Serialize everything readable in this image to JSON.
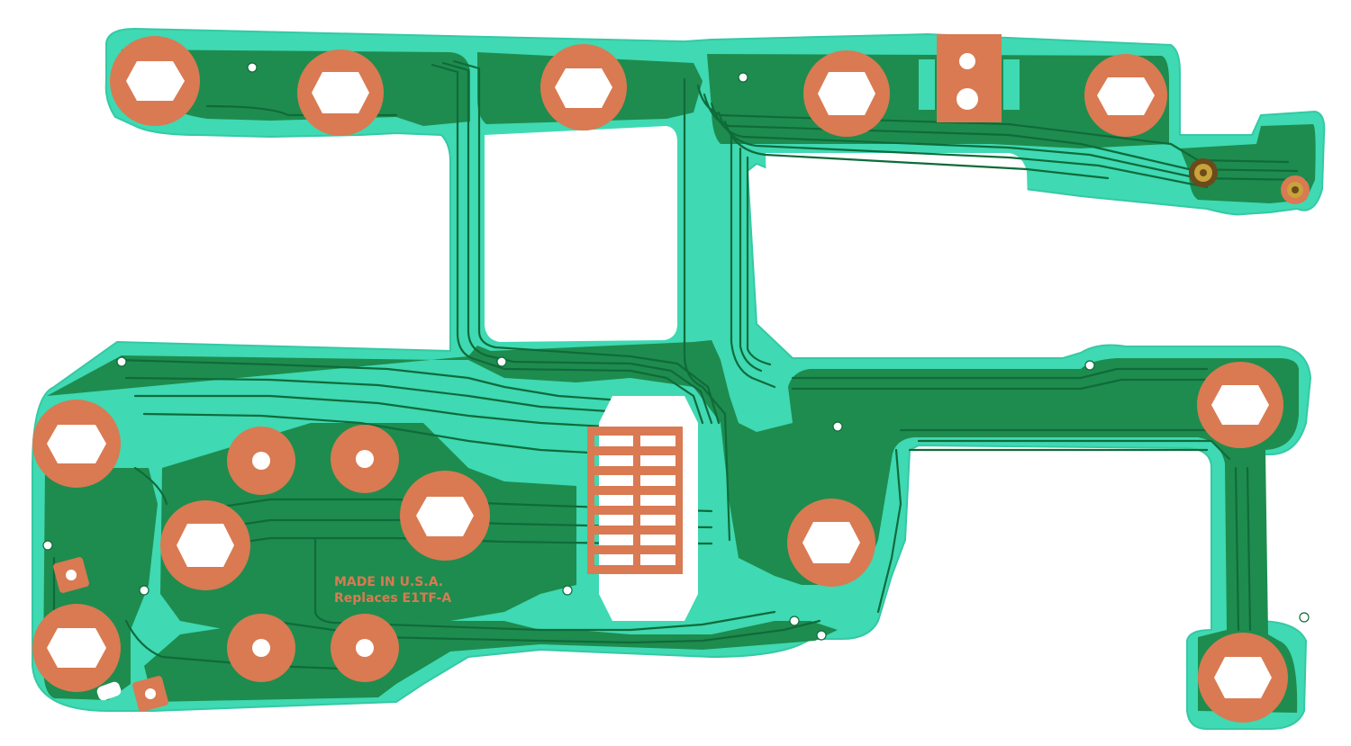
{
  "image": {
    "subject": "flexible printed circuit board",
    "background_color": "#ffffff"
  },
  "colors": {
    "substrate": "#3fd9b3",
    "copper_fill": "#1e8c4e",
    "trace_gap": "#0f6b3a",
    "copper_pad": "#d97a52",
    "hole": "#ffffff"
  },
  "board_marking": {
    "line1": "MADE IN U.S.A.",
    "line2": "Replaces E1TF-A"
  }
}
